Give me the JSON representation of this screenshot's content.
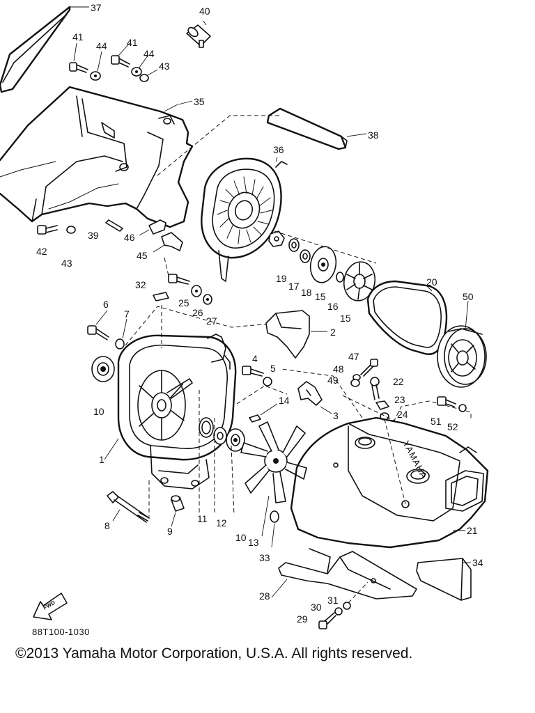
{
  "diagram": {
    "code": "88T100-1030",
    "copyright": "©2013 Yamaha Motor Corporation, U.S.A. All rights reserved.",
    "fwd_label": "FWD",
    "brand_label": "YAMAHA",
    "callouts": [
      {
        "num": "37"
      },
      {
        "num": "40"
      },
      {
        "num": "41"
      },
      {
        "num": "44"
      },
      {
        "num": "41"
      },
      {
        "num": "44"
      },
      {
        "num": "43"
      },
      {
        "num": "35"
      },
      {
        "num": "38"
      },
      {
        "num": "36"
      },
      {
        "num": "42"
      },
      {
        "num": "43"
      },
      {
        "num": "39"
      },
      {
        "num": "46"
      },
      {
        "num": "45"
      },
      {
        "num": "19"
      },
      {
        "num": "17"
      },
      {
        "num": "18"
      },
      {
        "num": "15"
      },
      {
        "num": "16"
      },
      {
        "num": "15"
      },
      {
        "num": "20"
      },
      {
        "num": "50"
      },
      {
        "num": "32"
      },
      {
        "num": "25"
      },
      {
        "num": "26"
      },
      {
        "num": "27"
      },
      {
        "num": "6"
      },
      {
        "num": "7"
      },
      {
        "num": "2"
      },
      {
        "num": "4"
      },
      {
        "num": "5"
      },
      {
        "num": "47"
      },
      {
        "num": "48"
      },
      {
        "num": "49"
      },
      {
        "num": "22"
      },
      {
        "num": "23"
      },
      {
        "num": "24"
      },
      {
        "num": "14"
      },
      {
        "num": "3"
      },
      {
        "num": "51"
      },
      {
        "num": "52"
      },
      {
        "num": "10"
      },
      {
        "num": "1"
      },
      {
        "num": "8"
      },
      {
        "num": "9"
      },
      {
        "num": "11"
      },
      {
        "num": "12"
      },
      {
        "num": "10"
      },
      {
        "num": "13"
      },
      {
        "num": "33"
      },
      {
        "num": "21"
      },
      {
        "num": "34"
      },
      {
        "num": "28"
      },
      {
        "num": "31"
      },
      {
        "num": "30"
      },
      {
        "num": "29"
      }
    ]
  }
}
